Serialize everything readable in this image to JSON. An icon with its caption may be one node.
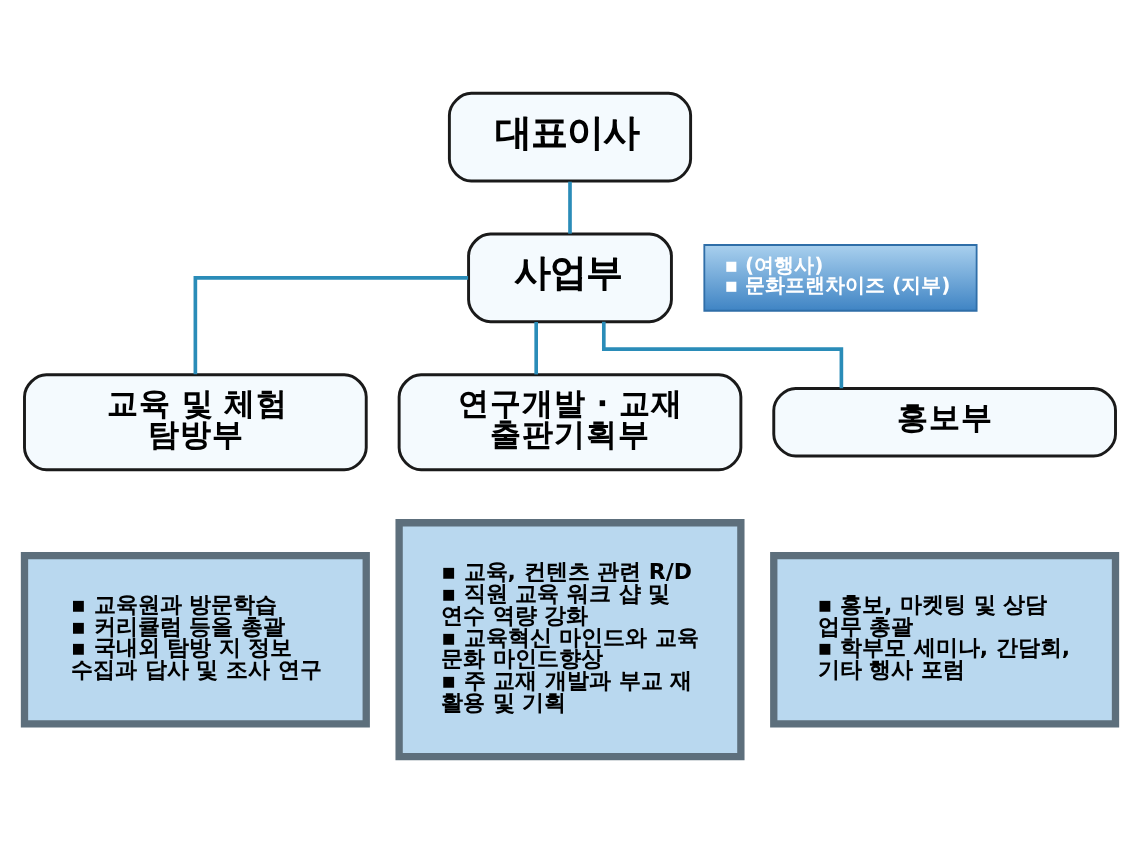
{
  "diagram": {
    "nodes": [
      {
        "text": [
          "대표이사"
        ]
      },
      {
        "text": [
          "사업부"
        ]
      },
      {
        "text": [
          "▪ (여행사)",
          "▪ 문화프랜차이즈 (지부)"
        ]
      },
      {
        "text": [
          "교육 및 체험 탐방부"
        ]
      },
      {
        "text": [
          "연구개발 · 교재 출판기획부"
        ]
      },
      {
        "text": [
          "홍보부"
        ]
      },
      {
        "text": [
          "▪ 교육원과 방문학습",
          "▪ 커리큘럼 등올 총괄",
          "▪ 국내외 탐방 지 정보 수집과 답사 및 조사 연구"
        ]
      },
      {
        "text": [
          "▪ 교육, 컨텐츠 관련 R/D",
          "▪ 직원 교육 워크 샵 및 연수 역량 강화",
          "▪ 교육혁신 마인드와 교육 문화 마인드향상",
          "▪ 주 교재 개발과 부교 재 활용 및 기획"
        ]
      },
      {
        "text": [
          "▪ 홍보, 마켓팅 및 상담 업무 총괄",
          "▪ 학부모 세미나, 간담회, 기타 행사 포럼"
        ]
      }
    ],
    "edges": [
      {
        "from": 0,
        "to": 1,
        "arrow": "none"
      },
      {
        "from": 1,
        "to": 3,
        "arrow": "none"
      },
      {
        "from": 1,
        "to": 4,
        "arrow": "none"
      },
      {
        "from": 1,
        "to": 5,
        "arrow": "none"
      }
    ]
  }
}
